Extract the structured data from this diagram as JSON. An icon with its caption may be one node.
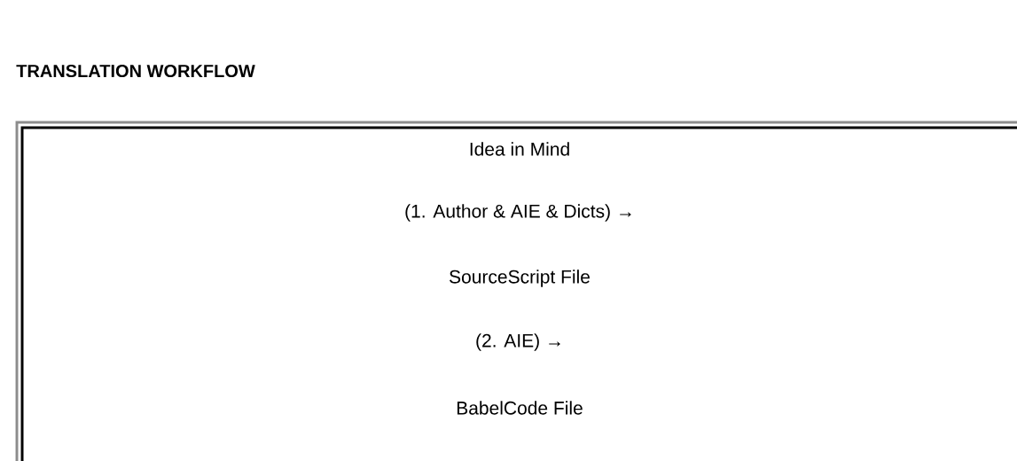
{
  "diagram": {
    "title": "TRANSLATION WORKFLOW",
    "nodes": [
      {
        "text": [
          "Idea in Mind",
          "(1. Author & AIE & Dicts) →",
          "SourceScript File",
          "(2. AIE) →",
          "BabelCode File"
        ]
      }
    ]
  }
}
